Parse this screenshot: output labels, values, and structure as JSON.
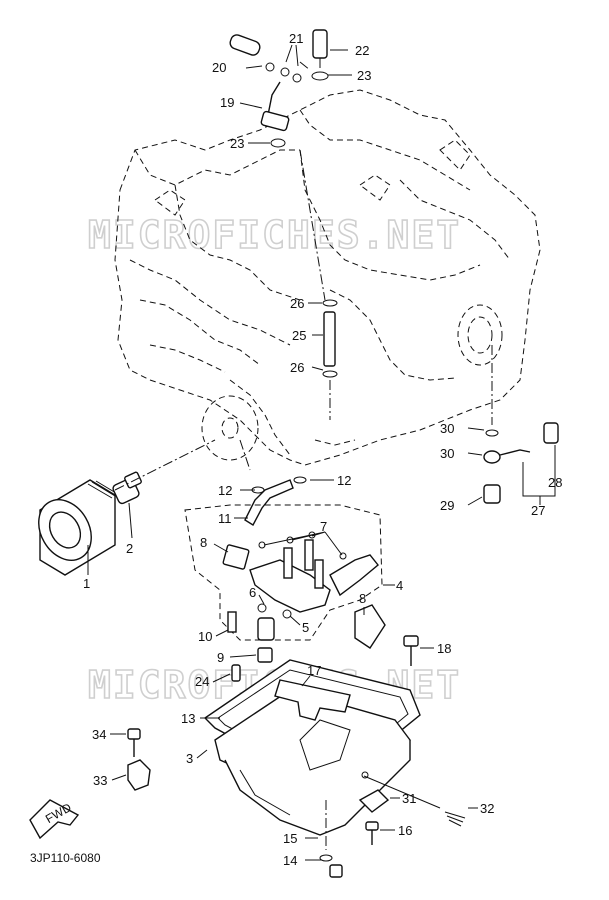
{
  "diagram": {
    "code": "3JP110-6080",
    "watermark": "MICROFICHES.NET",
    "fwd": "FWD",
    "callouts": [
      {
        "id": "c1",
        "text": "1"
      },
      {
        "id": "c2",
        "text": "2"
      },
      {
        "id": "c3",
        "text": "3"
      },
      {
        "id": "c4",
        "text": "4"
      },
      {
        "id": "c5",
        "text": "5"
      },
      {
        "id": "c6",
        "text": "6"
      },
      {
        "id": "c7",
        "text": "7"
      },
      {
        "id": "c8a",
        "text": "8"
      },
      {
        "id": "c8b",
        "text": "8"
      },
      {
        "id": "c9",
        "text": "9"
      },
      {
        "id": "c10",
        "text": "10"
      },
      {
        "id": "c11",
        "text": "11"
      },
      {
        "id": "c12a",
        "text": "12"
      },
      {
        "id": "c12b",
        "text": "12"
      },
      {
        "id": "c13",
        "text": "13"
      },
      {
        "id": "c14",
        "text": "14"
      },
      {
        "id": "c15",
        "text": "15"
      },
      {
        "id": "c16",
        "text": "16"
      },
      {
        "id": "c17",
        "text": "17"
      },
      {
        "id": "c18",
        "text": "18"
      },
      {
        "id": "c19",
        "text": "19"
      },
      {
        "id": "c20",
        "text": "20"
      },
      {
        "id": "c21",
        "text": "21"
      },
      {
        "id": "c22",
        "text": "22"
      },
      {
        "id": "c23a",
        "text": "23"
      },
      {
        "id": "c23b",
        "text": "23"
      },
      {
        "id": "c24",
        "text": "24"
      },
      {
        "id": "c25",
        "text": "25"
      },
      {
        "id": "c26a",
        "text": "26"
      },
      {
        "id": "c26b",
        "text": "26"
      },
      {
        "id": "c27",
        "text": "27"
      },
      {
        "id": "c28",
        "text": "28"
      },
      {
        "id": "c29",
        "text": "29"
      },
      {
        "id": "c30a",
        "text": "30"
      },
      {
        "id": "c30b",
        "text": "30"
      },
      {
        "id": "c31",
        "text": "31"
      },
      {
        "id": "c32",
        "text": "32"
      },
      {
        "id": "c33",
        "text": "33"
      },
      {
        "id": "c34",
        "text": "34"
      }
    ]
  }
}
